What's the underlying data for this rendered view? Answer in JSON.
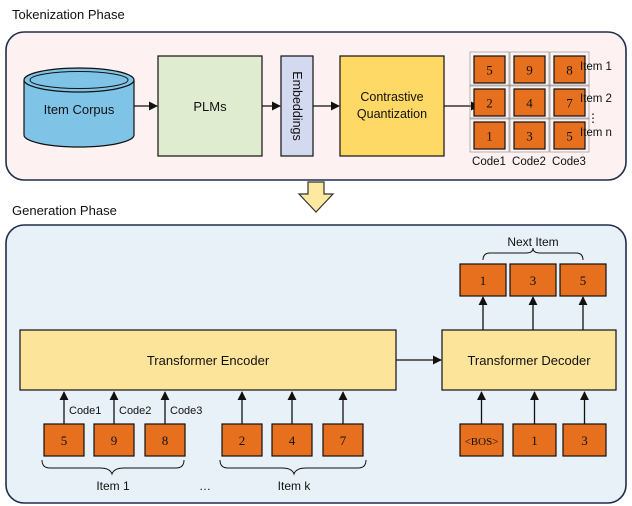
{
  "tokenization": {
    "title": "Tokenization Phase",
    "item_corpus": "Item Corpus",
    "plms": "PLMs",
    "embeddings": "Embeddings",
    "quantization_line1": "Contrastive",
    "quantization_line2": "Quantization",
    "code_grid": [
      [
        "5",
        "9",
        "8"
      ],
      [
        "2",
        "4",
        "7"
      ],
      [
        "1",
        "3",
        "5"
      ]
    ],
    "row_labels": [
      "Item 1",
      "Item 2",
      "Item n"
    ],
    "row_dots": "⋮",
    "column_labels": [
      "Code1",
      "Code2",
      "Code3"
    ]
  },
  "generation": {
    "title": "Generation Phase",
    "encoder": "Transformer Encoder",
    "decoder": "Transformer Decoder",
    "input_codes": [
      "5",
      "9",
      "8",
      "2",
      "4",
      "7"
    ],
    "input_code_labels": [
      "Code1",
      "Code2",
      "Code3"
    ],
    "item1_label": "Item 1",
    "ellipsis": "…",
    "itemk_label": "Item k",
    "decoder_inputs": [
      "<BOS>",
      "1",
      "3"
    ],
    "next_item_codes": [
      "1",
      "3",
      "5"
    ],
    "next_item_label": "Next Item"
  },
  "colors": {
    "top_panel_bg": "#fdf1f1",
    "bottom_panel_bg": "#e8f1f8",
    "panel_border": "#1f2f4a",
    "cylinder": "#7fc4e6",
    "plms": "#dfeccf",
    "embeddings": "#d3d9ef",
    "quantization": "#ffd966",
    "transformer": "#fde49b",
    "code_box": "#e7701f",
    "arrow": "#111111",
    "down_arrow_fill": "#fde9a0"
  },
  "icons": {
    "phase_transition": "down-arrow-icon",
    "item_corpus_shape": "database-cylinder-icon"
  }
}
